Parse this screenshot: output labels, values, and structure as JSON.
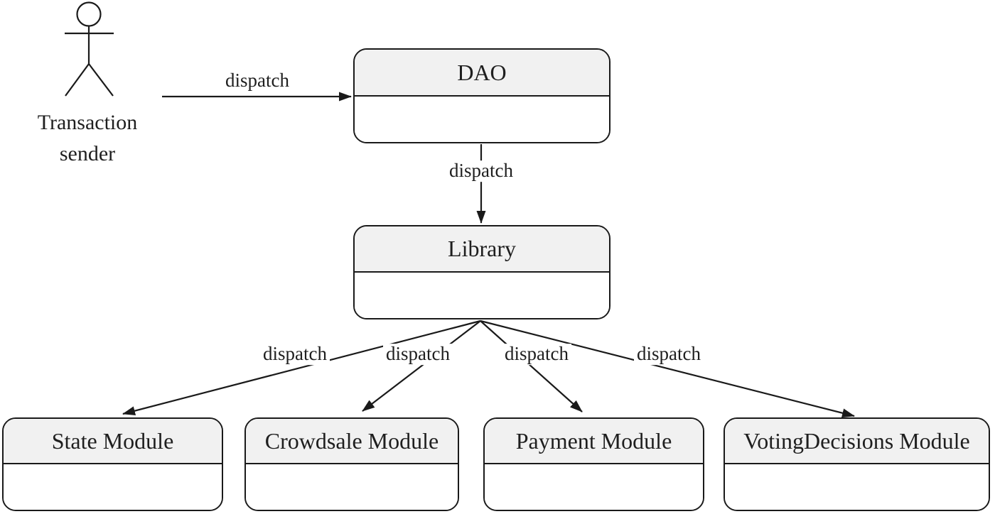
{
  "actor": {
    "name_line1": "Transaction",
    "name_line2": "sender"
  },
  "nodes": {
    "dao": {
      "title": "DAO"
    },
    "library": {
      "title": "Library"
    },
    "state": {
      "title": "State Module"
    },
    "crowdsale": {
      "title": "Crowdsale Module"
    },
    "payment": {
      "title": "Payment Module"
    },
    "voting": {
      "title": "VotingDecisions Module"
    }
  },
  "edges": {
    "sender_to_dao": {
      "label": "dispatch"
    },
    "dao_to_library": {
      "label": "dispatch"
    },
    "library_to_state": {
      "label": "dispatch"
    },
    "library_to_crowdsale": {
      "label": "dispatch"
    },
    "library_to_payment": {
      "label": "dispatch"
    },
    "library_to_voting": {
      "label": "dispatch"
    }
  },
  "colors": {
    "stroke": "#1a1a1a",
    "header_fill": "#f1f1f1",
    "body_fill": "#ffffff",
    "background": "#ffffff",
    "text": "#1f1f1f"
  }
}
